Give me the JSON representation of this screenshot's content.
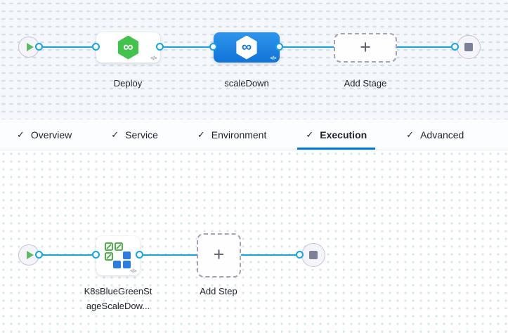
{
  "glyphs": {
    "check": "✓",
    "plus": "+",
    "code_chevrons": "</>",
    "infinity": "∞"
  },
  "stage_graph": {
    "deploy_label": "Deploy",
    "scaledown_label": "scaleDown",
    "add_stage_label": "Add Stage"
  },
  "tabs": [
    {
      "label": "Overview"
    },
    {
      "label": "Service"
    },
    {
      "label": "Environment"
    },
    {
      "label": "Execution"
    },
    {
      "label": "Advanced"
    }
  ],
  "active_tab": "Execution",
  "step_graph": {
    "step_label_line1": "K8sBlueGreenSt",
    "step_label_line2": "ageScaleDow...",
    "add_step_label": "Add Step"
  },
  "colors": {
    "connector_blue": "#15a4e1",
    "selected_node_blue": "#1d84e3",
    "harness_green": "#43c24d",
    "active_tab_underline": "#0278d5"
  }
}
